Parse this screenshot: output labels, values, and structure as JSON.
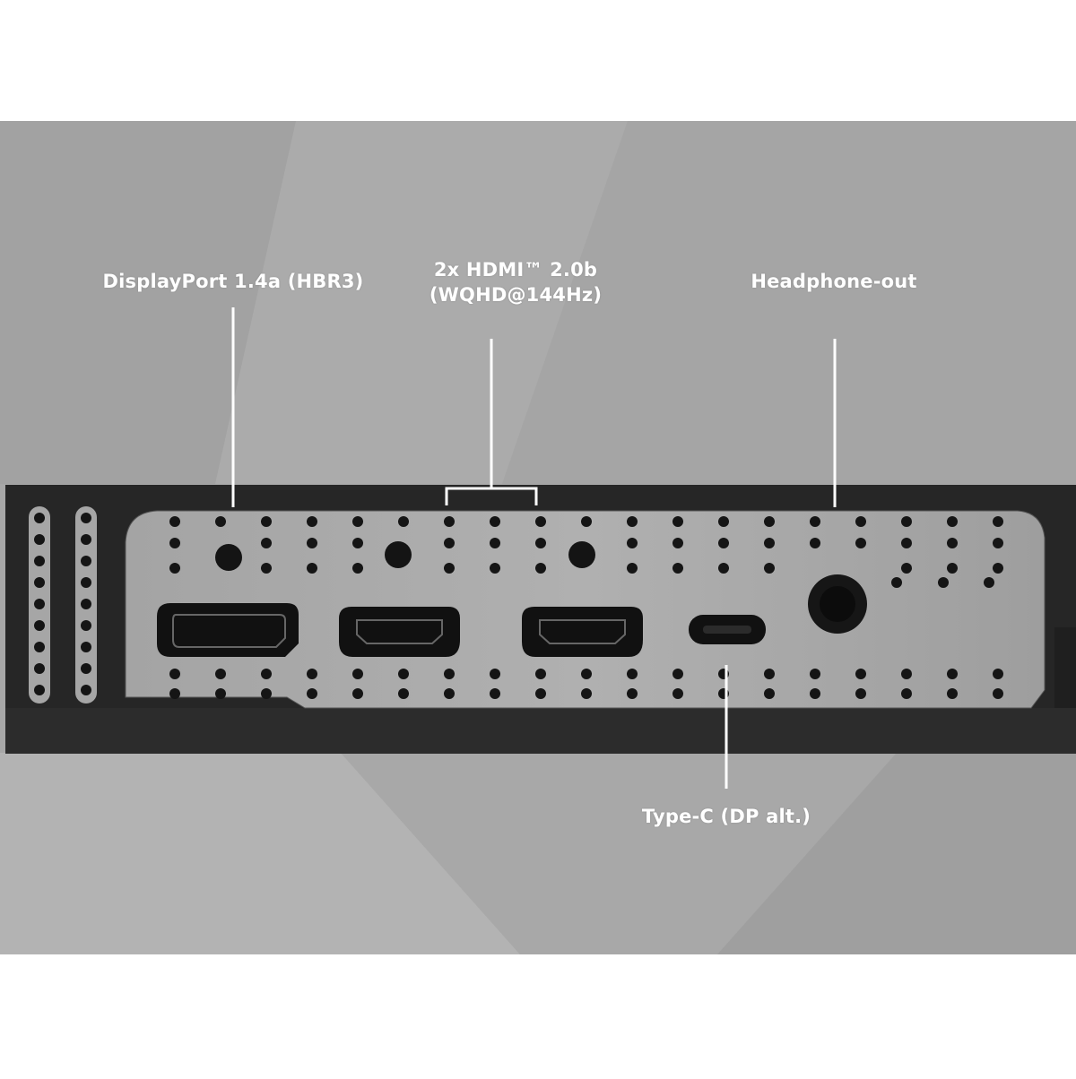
{
  "colors": {
    "page_background": "#ffffff",
    "backdrop": "#a7a7a7",
    "backdrop_light": "#b4b4b4",
    "backdrop_dark": "#9d9d9d",
    "bezel": "#262626",
    "port_panel": "#a9a9a9",
    "port_hole": "#111111",
    "callout": "#ffffff"
  },
  "callouts": {
    "displayport": {
      "label": "DisplayPort 1.4a (HBR3)"
    },
    "hdmi": {
      "line1": "2x HDMI™ 2.0b",
      "line2": "(WQHD@144Hz)"
    },
    "headphone": {
      "label": "Headphone-out"
    },
    "typec": {
      "label": "Type-C (DP alt.)"
    }
  },
  "ports": [
    {
      "kind": "displayport",
      "icon": "displayport-port-icon"
    },
    {
      "kind": "hdmi",
      "icon": "hdmi-port-icon"
    },
    {
      "kind": "hdmi",
      "icon": "hdmi-port-icon"
    },
    {
      "kind": "usb-c",
      "icon": "usb-c-port-icon"
    },
    {
      "kind": "audio-jack",
      "icon": "headphone-jack-icon"
    }
  ]
}
